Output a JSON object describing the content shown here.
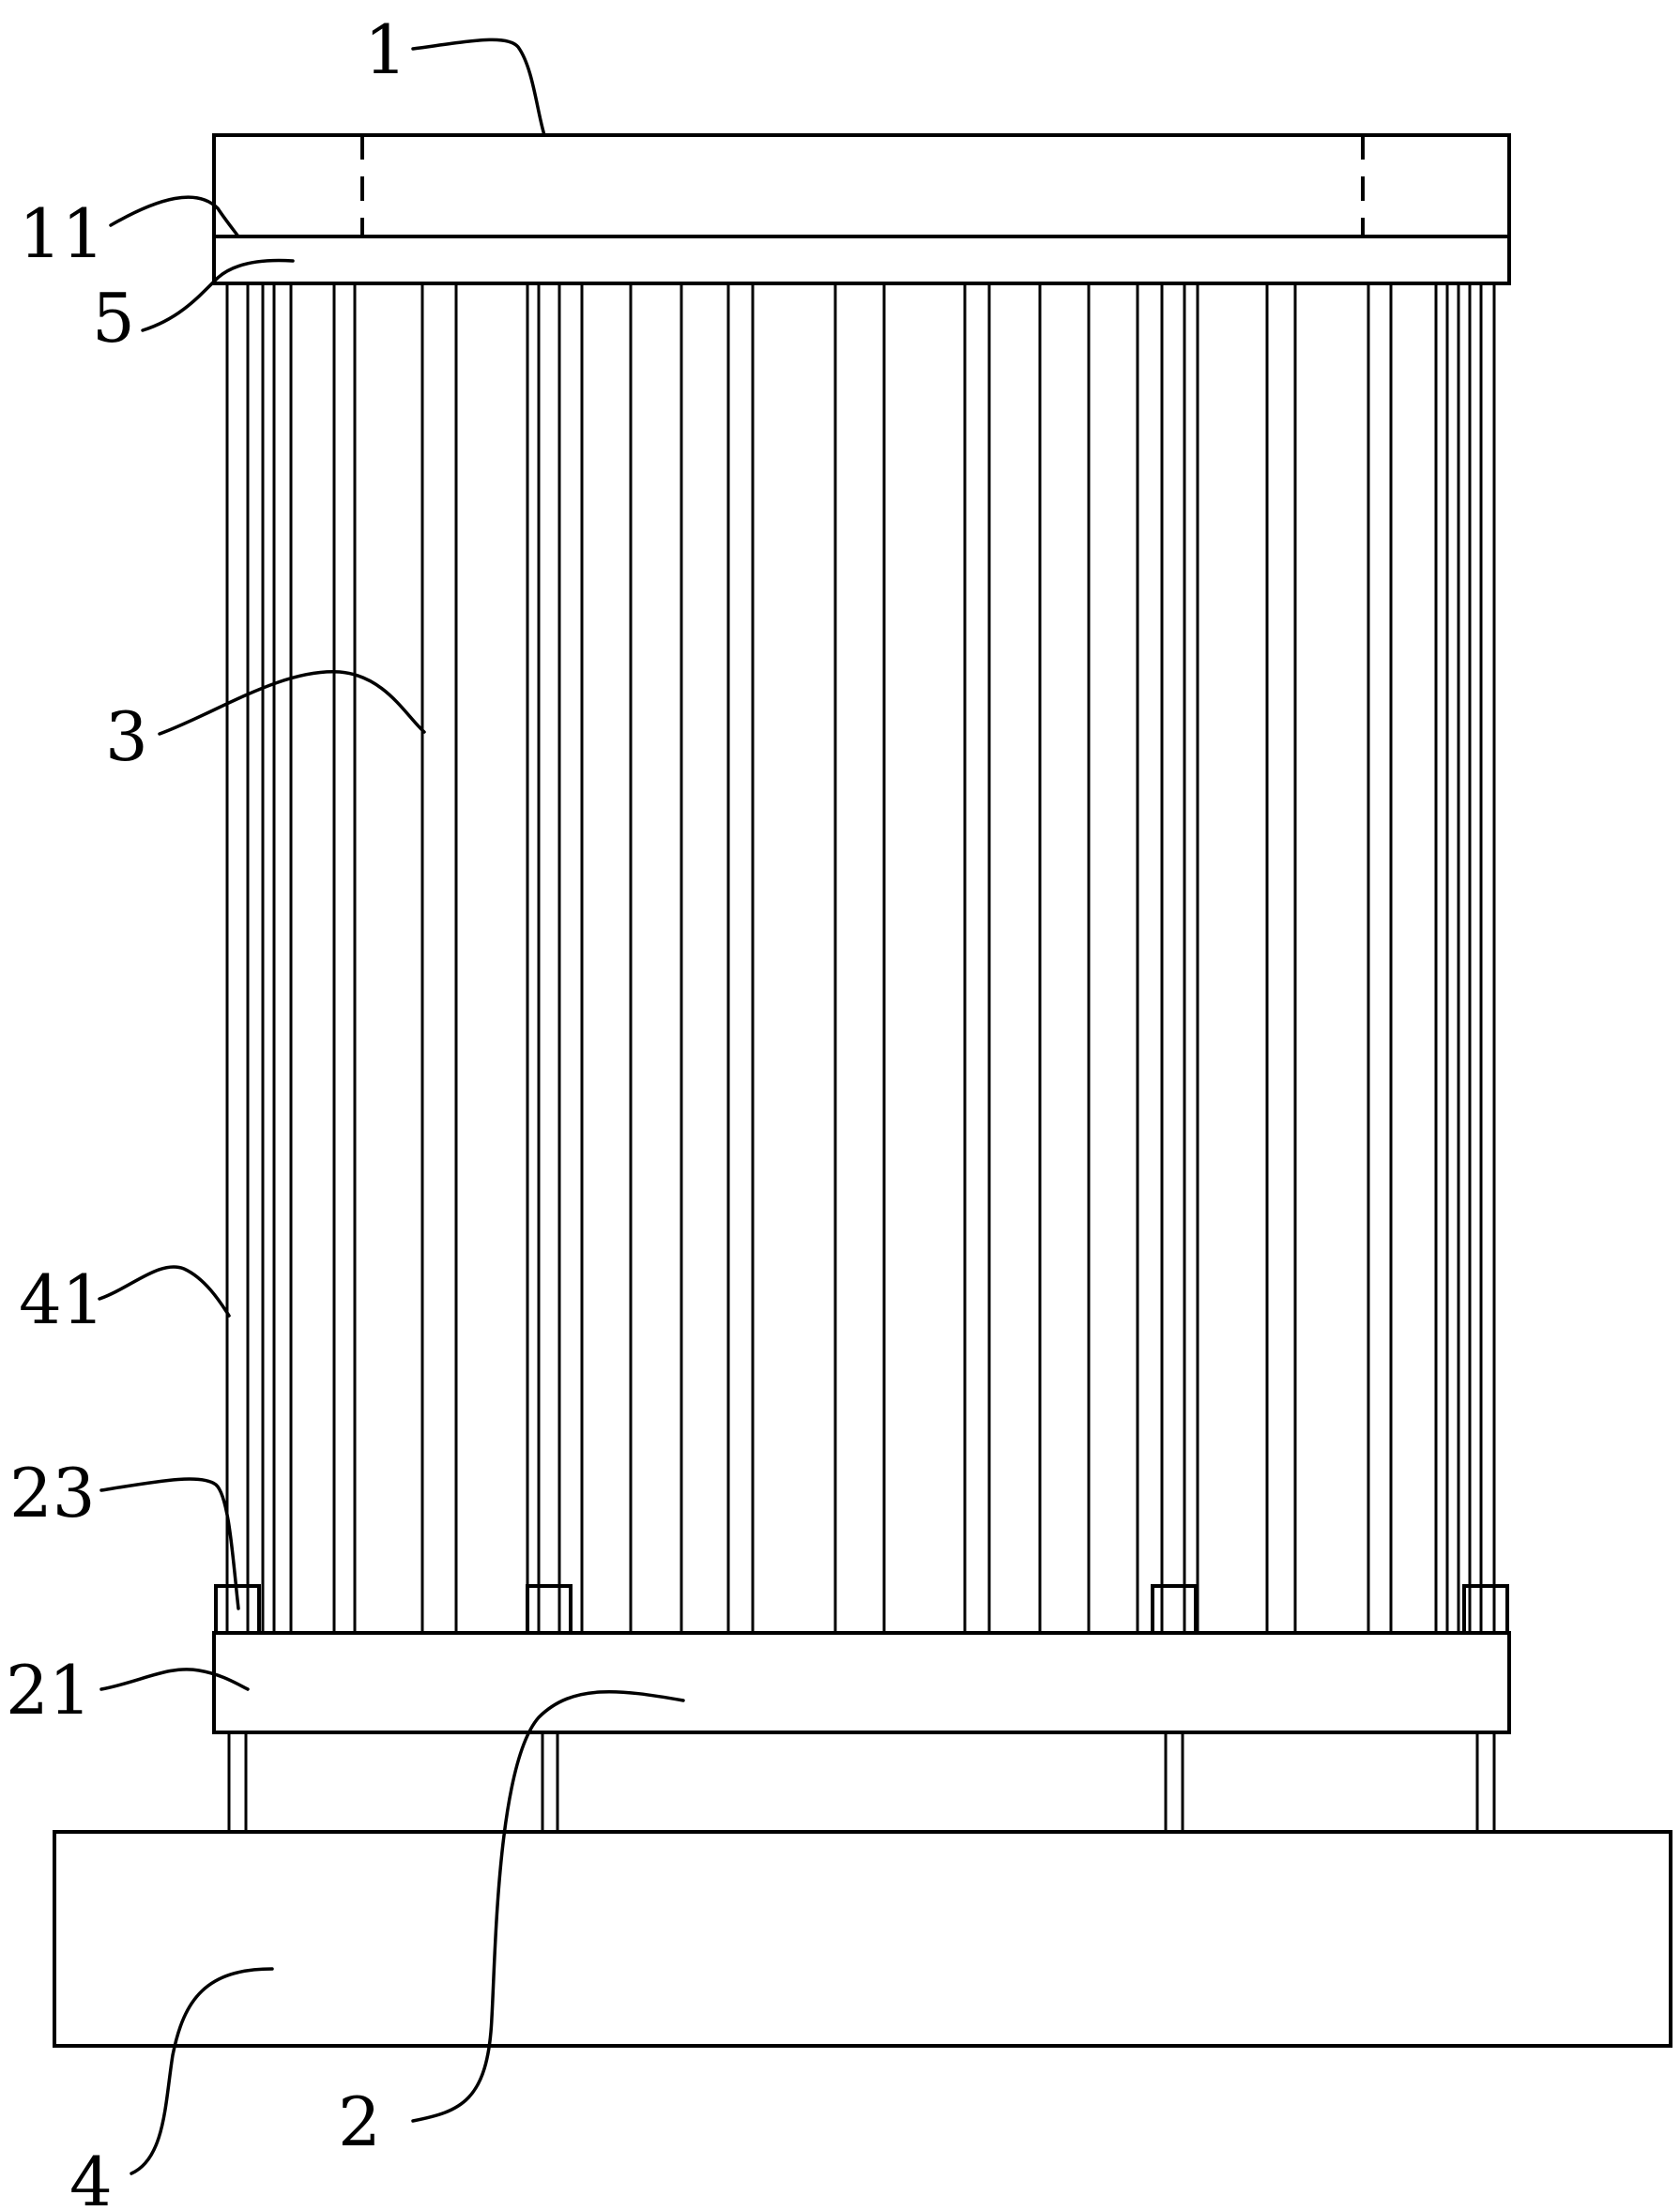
{
  "figure": {
    "labels": [
      {
        "id": "lbl-1",
        "text": "1"
      },
      {
        "id": "lbl-11",
        "text": "11"
      },
      {
        "id": "lbl-5",
        "text": "5"
      },
      {
        "id": "lbl-3",
        "text": "3"
      },
      {
        "id": "lbl-41",
        "text": "41"
      },
      {
        "id": "lbl-23",
        "text": "23"
      },
      {
        "id": "lbl-21",
        "text": "21"
      },
      {
        "id": "lbl-4",
        "text": "4"
      },
      {
        "id": "lbl-2",
        "text": "2"
      }
    ]
  }
}
